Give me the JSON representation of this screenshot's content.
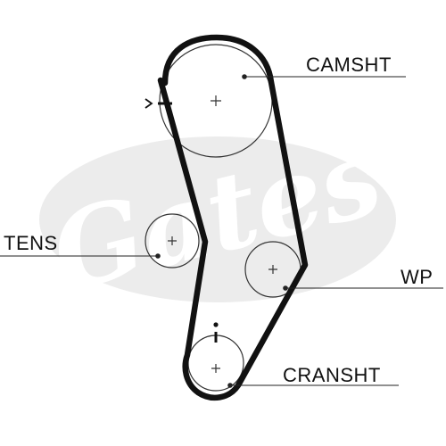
{
  "labels": {
    "camshaft": "CAMSHT",
    "tensioner": "TENS",
    "water_pump": "WP",
    "crankshaft": "CRANSHT"
  },
  "colors": {
    "belt": "#111111",
    "pulley": "#333333",
    "watermark": "#ececec",
    "leader": "#222222"
  },
  "watermark_logo": "gates"
}
